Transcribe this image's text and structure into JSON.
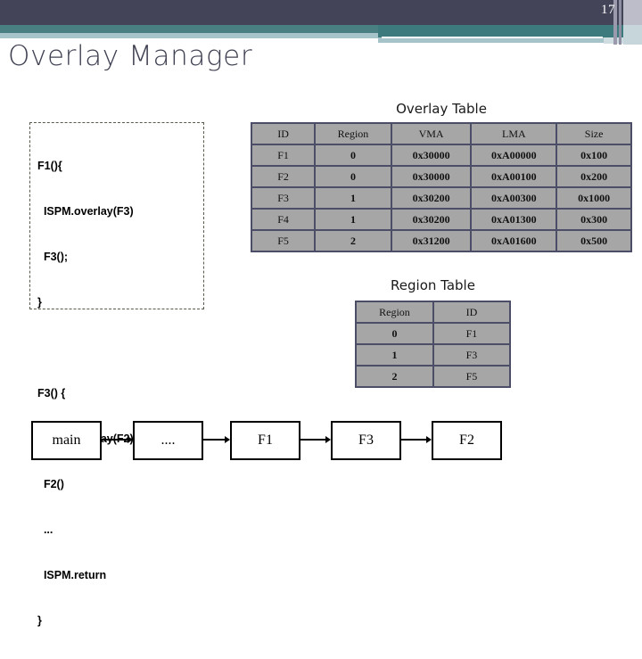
{
  "slide": {
    "title": "Overlay Manager",
    "page_number": "17",
    "colors": {
      "header_navy": "#434457",
      "header_teal": "#4a7f82",
      "header_lightblue": "#a6c3ca",
      "table_fill": "#a6a6a6",
      "table_border": "#4c4e68",
      "title_text": "#3f4152"
    }
  },
  "code_box": {
    "lines": [
      "F1(){",
      "  ISPM.overlay(F3)",
      "  F3();",
      "}",
      "",
      "F3() {",
      "  ISPM.overlay(F2)",
      "  F2()",
      "  ...",
      "  ISPM.return",
      "}"
    ]
  },
  "overlay_table": {
    "caption": "Overlay Table",
    "columns": [
      "ID",
      "Region",
      "VMA",
      "LMA",
      "Size"
    ],
    "rows": [
      [
        "F1",
        "0",
        "0x30000",
        "0xA00000",
        "0x100"
      ],
      [
        "F2",
        "0",
        "0x30000",
        "0xA00100",
        "0x200"
      ],
      [
        "F3",
        "1",
        "0x30200",
        "0xA00300",
        "0x1000"
      ],
      [
        "F4",
        "1",
        "0x30200",
        "0xA01300",
        "0x300"
      ],
      [
        "F5",
        "2",
        "0x31200",
        "0xA01600",
        "0x500"
      ]
    ]
  },
  "region_table": {
    "caption": "Region Table",
    "columns": [
      "Region",
      "ID"
    ],
    "rows": [
      [
        "0",
        "F1"
      ],
      [
        "1",
        "F3"
      ],
      [
        "2",
        "F5"
      ]
    ]
  },
  "flow_diagram": {
    "nodes": [
      "main",
      "....",
      "F1",
      "F3",
      "F2"
    ]
  }
}
